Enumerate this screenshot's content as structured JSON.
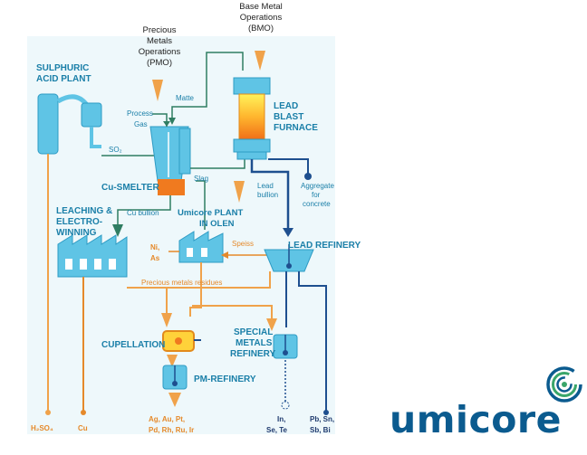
{
  "top_labels": {
    "pmo": [
      "Precious",
      "Metals",
      "Operations",
      "(PMO)"
    ],
    "bmo": [
      "Base Metal",
      "Operations",
      "(BMO)"
    ]
  },
  "units": {
    "sulphuric_acid_plant": [
      "SULPHURIC",
      "ACID PLANT"
    ],
    "cu_smelter": "Cu-SMELTER",
    "lead_blast_furnace": [
      "LEAD",
      "BLAST",
      "FURNACE"
    ],
    "leaching": [
      "LEACHING &",
      "ELECTRO-",
      "WINNING"
    ],
    "umicore_plant": [
      "Umicore PLANT",
      "IN OLEN"
    ],
    "lead_refinery": "LEAD REFINERY",
    "cupellation": "CUPELLATION",
    "special_metals": [
      "SPECIAL",
      "METALS",
      "REFINERY"
    ],
    "pm_refinery": "PM-REFINERY"
  },
  "flows": {
    "process": "Process",
    "gas": "Gas",
    "matte": "Matte",
    "so2": "SO₂",
    "slag": "Slag",
    "cu_bullion": "Cu bullion",
    "lead_bullion": [
      "Lead",
      "bullion"
    ],
    "aggregate": [
      "Aggregate",
      "for",
      "concrete"
    ],
    "speiss": "Speiss",
    "ni_as": [
      "Ni,",
      "As"
    ],
    "pm_residues": "Precious metals residues"
  },
  "outputs": {
    "h2so4": "H₂SO₄",
    "cu": "Cu",
    "precious": [
      "Ag, Au, Pt,",
      "Pd, Rh, Ru, Ir"
    ],
    "in_se_te": [
      "In,",
      "Se, Te"
    ],
    "pb_sn": [
      "Pb, Sn,",
      "Sb, Bi"
    ]
  },
  "logo": {
    "text": "umicore",
    "icon": "umicore-spiral-icon"
  },
  "colors": {
    "blue": "#5fc4e5",
    "dark_blue": "#1e4f8f",
    "orange": "#f0a24a",
    "green": "#2f7d62",
    "text_blue": "#1a7fa8",
    "logo_blue": "#0b5b8f",
    "logo_green": "#3aa66a"
  }
}
